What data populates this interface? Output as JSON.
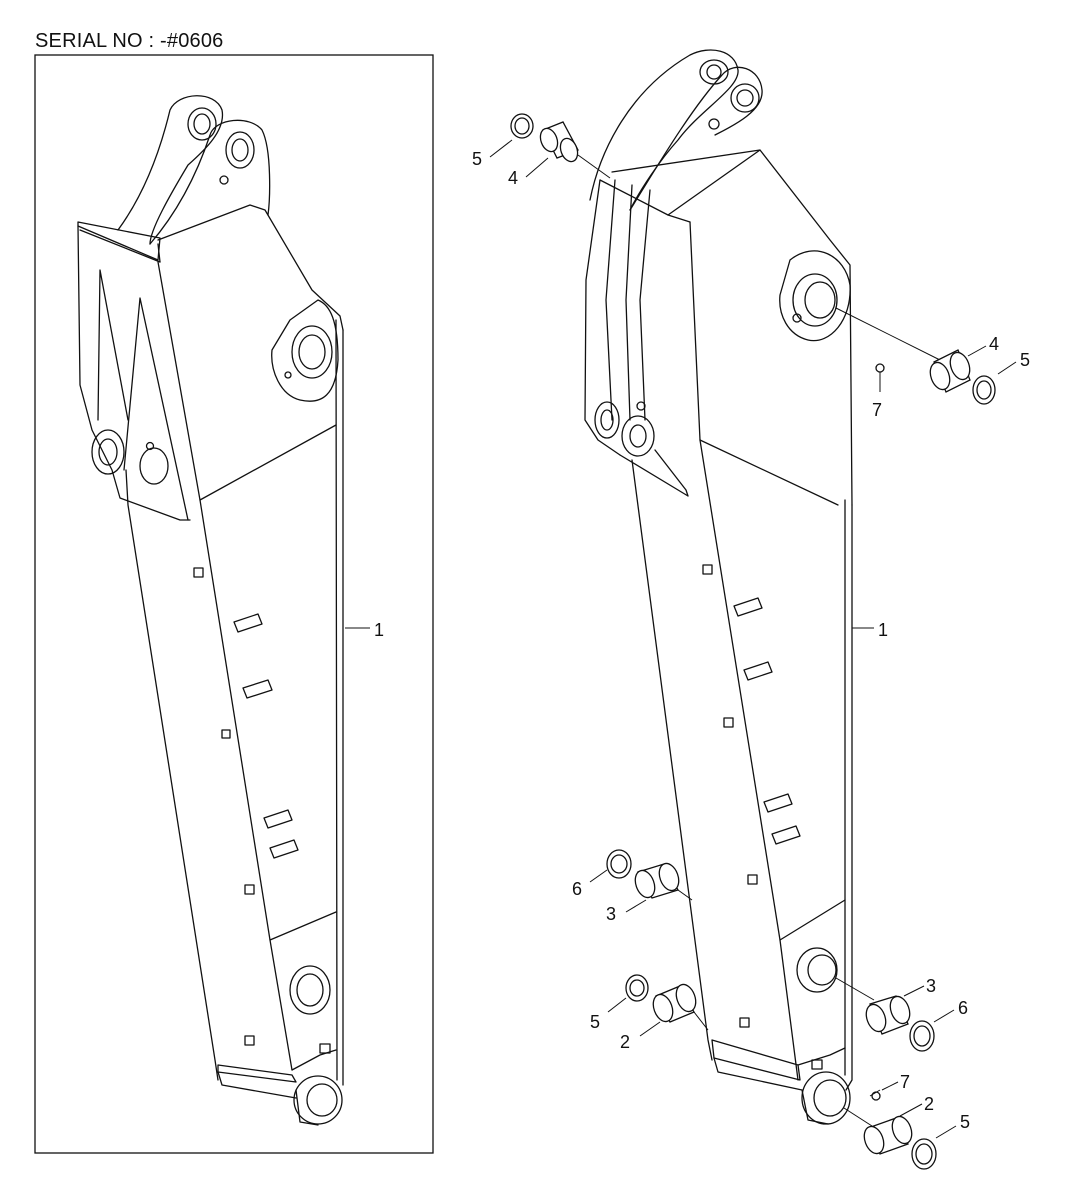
{
  "header": {
    "serial": "SERIAL NO : -#0606"
  },
  "callouts": {
    "left_1": "1",
    "right_1": "1",
    "c5_top": "5",
    "c4_top": "4",
    "c4_right": "4",
    "c5_right": "5",
    "c7_upper": "7",
    "c6_left": "6",
    "c3_left": "3",
    "c5_lower_left": "5",
    "c2_lower_left": "2",
    "c3_right": "3",
    "c6_right": "6",
    "c7_lower": "7",
    "c2_lower_right": "2",
    "c5_lower_right": "5"
  }
}
